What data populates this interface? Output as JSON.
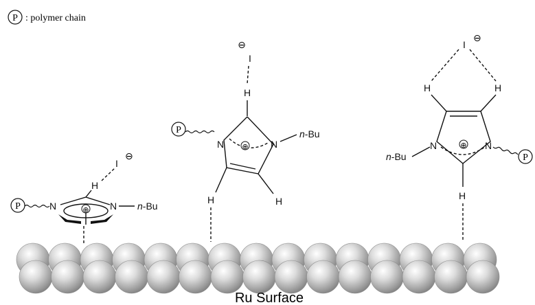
{
  "legend": {
    "symbol": "P",
    "text": ": polymer chain"
  },
  "surface": {
    "label": "Ru Surface",
    "color": "#bdbdbd"
  },
  "atoms": {
    "polymer": "P",
    "nitrogen": "N",
    "hydrogen": "H",
    "iodide": "I",
    "anion_charge": "⊖",
    "cation_charge": "⊕",
    "butyl_italic": "n",
    "butyl_rest": "-Bu"
  }
}
